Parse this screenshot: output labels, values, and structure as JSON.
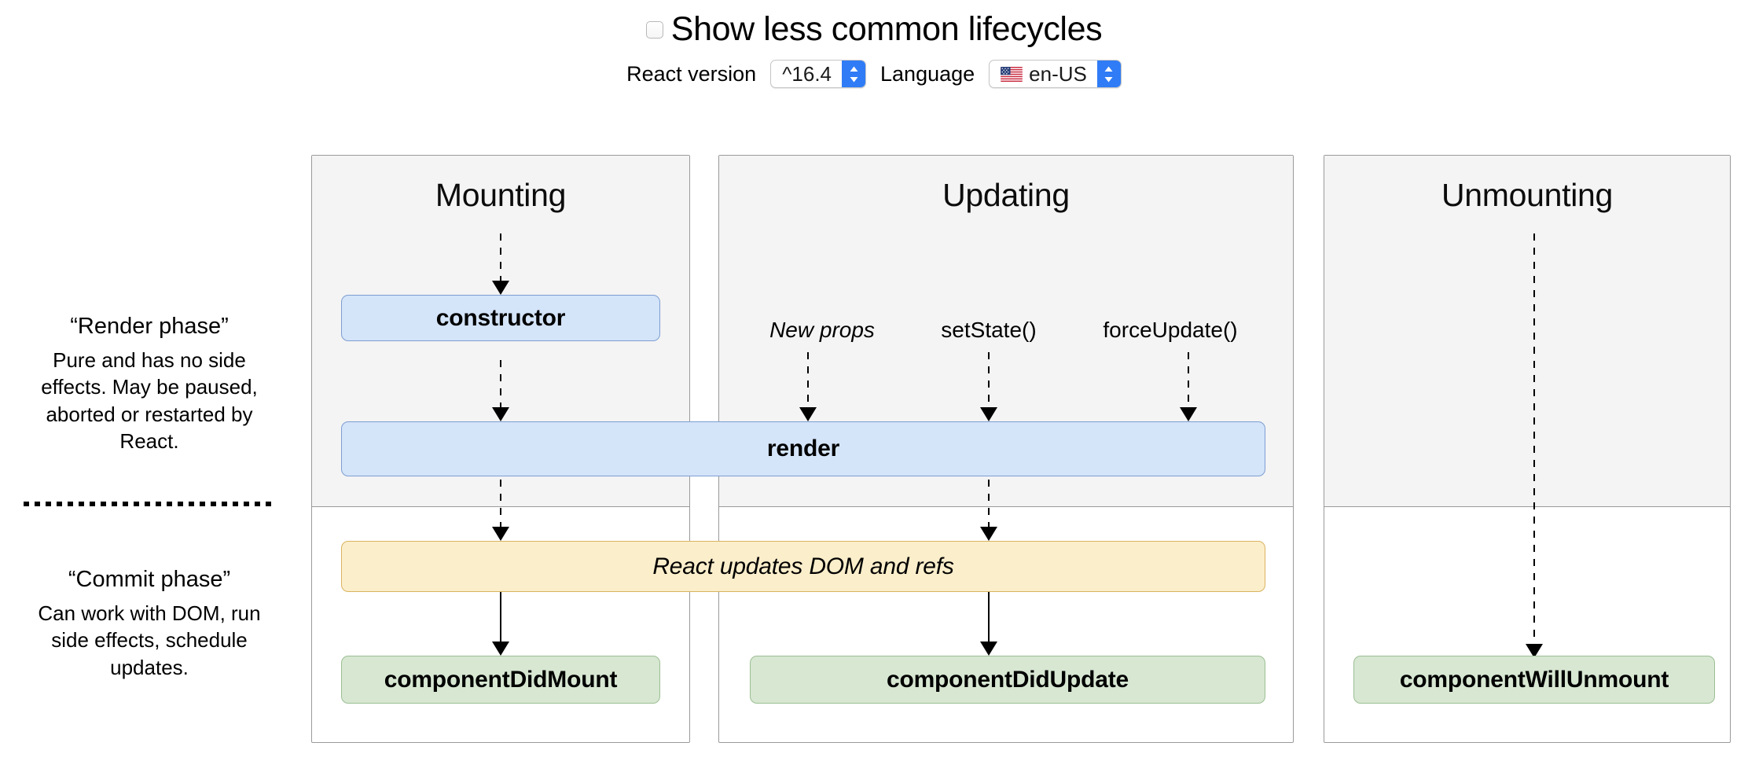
{
  "controls": {
    "checkbox": {
      "label": "Show less common lifecycles",
      "checked": false,
      "icon": "checkbox-icon"
    },
    "react_version": {
      "label": "React version",
      "value": "^16.4",
      "stepper_icon": "chevron-up-down-icon"
    },
    "language": {
      "label": "Language",
      "value": "en-US",
      "flag_icon": "flag-us-icon",
      "stepper_icon": "chevron-up-down-icon"
    }
  },
  "phases": [
    {
      "title": "“Render phase”",
      "body": "Pure and has no side effects. May be paused, aborted or restarted by React."
    },
    {
      "title": "“Commit phase”",
      "body": "Can work with DOM, run side effects, schedule updates."
    }
  ],
  "columns": [
    {
      "title": "Mounting"
    },
    {
      "title": "Updating"
    },
    {
      "title": "Unmounting"
    }
  ],
  "triggers": [
    {
      "label": "New props",
      "style": "italic"
    },
    {
      "label": "setState()",
      "style": "normal"
    },
    {
      "label": "forceUpdate()",
      "style": "normal"
    }
  ],
  "nodes": {
    "constructor": {
      "label": "constructor",
      "color": "blue"
    },
    "render": {
      "label": "render",
      "color": "blue"
    },
    "commit": {
      "label": "React updates DOM and refs",
      "color": "amber",
      "style": "italic"
    },
    "did_mount": {
      "label": "componentDidMount",
      "color": "green"
    },
    "did_update": {
      "label": "componentDidUpdate",
      "color": "green"
    },
    "will_unmount": {
      "label": "componentWillUnmount",
      "color": "green"
    }
  },
  "colors": {
    "blue_fill": "#d4e4f9",
    "blue_border": "#7d9fd1",
    "green_fill": "#d7e7d2",
    "green_border": "#9cbf93",
    "amber_fill": "#fbeecb",
    "amber_border": "#d9b45f",
    "column_header_bg": "#f4f4f4",
    "column_border": "#9a9a9a",
    "stepper_blue": "#2f7cf6"
  }
}
